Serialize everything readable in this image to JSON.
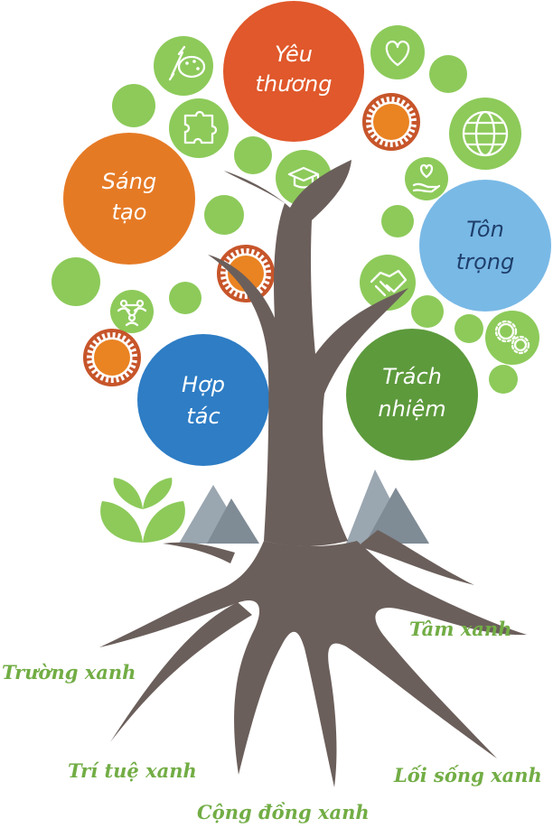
{
  "colors": {
    "trunk": "#6b5f5b",
    "leaf_green": "#8dca5a",
    "root_text": "#72ad45",
    "sun_orange": "#ea8322",
    "sun_ring": "#c7552a",
    "orange": "#e57a25",
    "red_orange": "#e0582b",
    "light_blue": "#79b9e6",
    "blue": "#2e7dc5",
    "dark_green": "#5d9a3c",
    "mountain_gray": "#8f9ca6"
  },
  "values": {
    "yeu_thuong": [
      "Yêu",
      "thương"
    ],
    "sang_tao": [
      "Sáng",
      "tạo"
    ],
    "ton_trong": [
      "Tôn",
      "trọng"
    ],
    "hop_tac": [
      "Hợp",
      "tác"
    ],
    "trach_nhiem": [
      "Trách",
      "nhiệm"
    ]
  },
  "roots": {
    "tam_xanh": "Tâm xanh",
    "truong_xanh": "Trường xanh",
    "tri_tue_xanh": "Trí tuệ xanh",
    "loi_song_xanh": "Lối sống xanh",
    "cong_dong_xanh": "Cộng đồng xanh"
  },
  "icons": [
    "art-palette-icon",
    "puzzle-icon",
    "graduation-cap-icon",
    "heart-icon",
    "globe-icon",
    "hand-heart-icon",
    "handshake-icon",
    "gears-icon",
    "people-network-icon",
    "sprout-icon"
  ]
}
